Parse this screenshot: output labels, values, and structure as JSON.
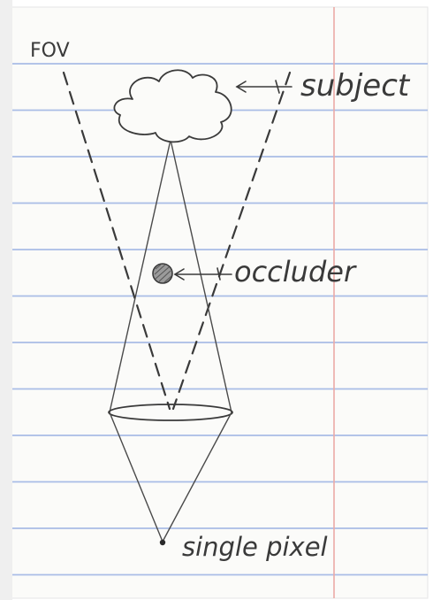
{
  "labels": {
    "fov": "FOV",
    "subject": "subject",
    "occluder": "occluder",
    "single_pixel": "single pixel"
  },
  "colors": {
    "paper": "#fbfbf9",
    "rule_line": "#a9bce6",
    "margin_line": "#ecaaa6",
    "pencil": "#3a3a3a",
    "occluder_fill": "#9a9a9a"
  }
}
